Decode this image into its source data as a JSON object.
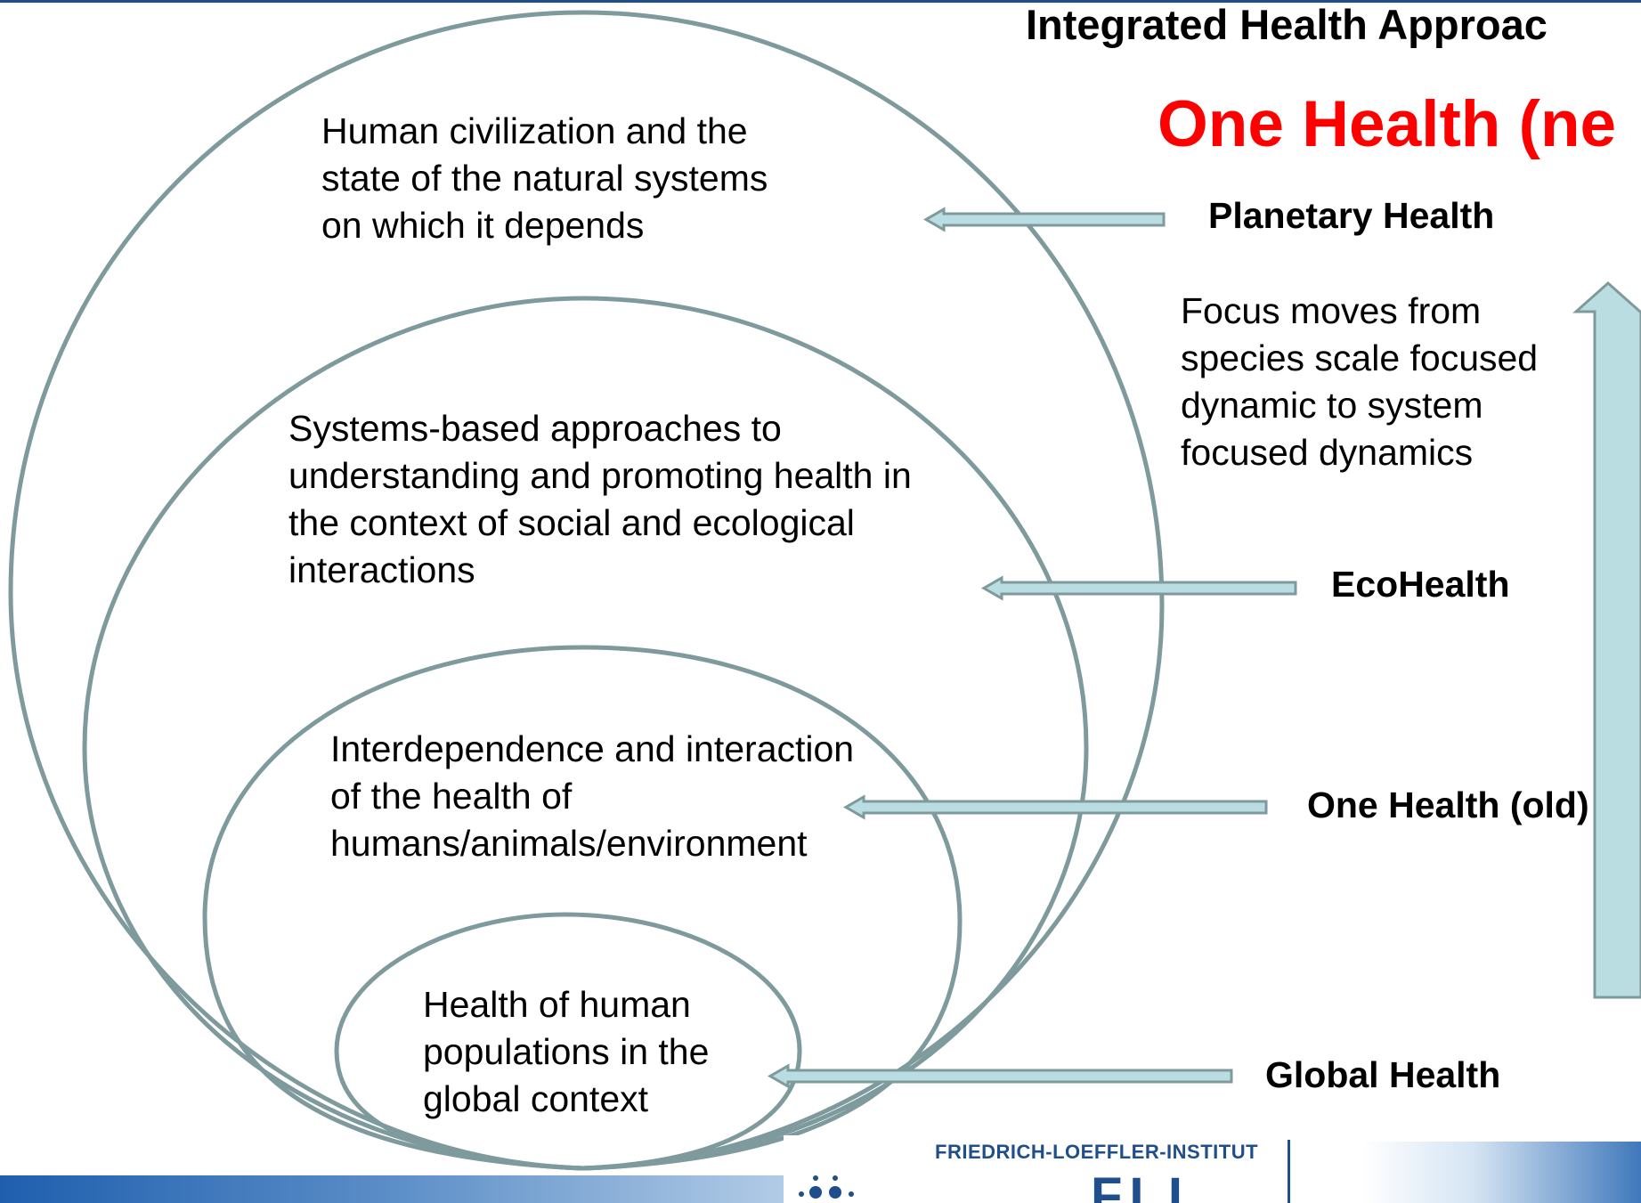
{
  "header": {
    "title": "Integrated Health Approac",
    "subtitle": "One Health (ne"
  },
  "circles": {
    "outer_text": "Human civilization and the\nstate of the natural systems\non which it depends",
    "second_text": "Systems-based approaches to\nunderstanding and promoting health in\nthe context of social and ecological\ninteractions",
    "third_text": "Interdependence and interaction\nof the health of\nhumans/animals/environment",
    "inner_text": "Health of human\npopulations in the\nglobal context"
  },
  "labels": {
    "planetary": "Planetary Health",
    "ecohealth": "EcoHealth",
    "one_health_old": "One Health (old)",
    "global": "Global Health"
  },
  "focus_note": "Focus moves from\nspecies scale focused\ndynamic to system\nfocused dynamics",
  "colors": {
    "ellipse_stroke": "#7f9a9d",
    "arrow_fill": "#b9dde0",
    "arrow_stroke": "#7f9a9d",
    "subtitle": "#ff0000",
    "brand_blue": "#1f4e8c"
  },
  "footer": {
    "institute": "FRIEDRICH-LOEFFLER-INSTITUT",
    "logo_letters": "FLI"
  }
}
